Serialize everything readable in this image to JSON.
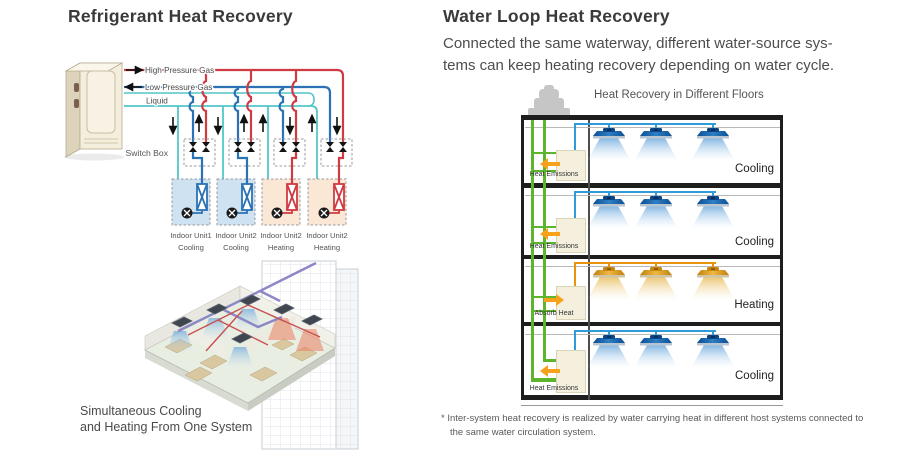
{
  "left_panel": {
    "title": "Refrigerant Heat Recovery",
    "pipes": {
      "high_pressure": "High Pressure Gas",
      "low_pressure": "Low Pressure Gas",
      "liquid": "Liquid"
    },
    "switch_box_label": "Switch Box",
    "indoor_units": [
      {
        "name": "Indoor Unit1",
        "mode": "Cooling"
      },
      {
        "name": "Indoor Unit2",
        "mode": "Cooling"
      },
      {
        "name": "Indoor Unit2",
        "mode": "Heating"
      },
      {
        "name": "Indoor Unit2",
        "mode": "Heating"
      }
    ],
    "caption": {
      "line1": "Simultaneous Cooling",
      "line2": "and Heating From One System"
    }
  },
  "right_panel": {
    "title": "Water Loop Heat Recovery",
    "description": {
      "line1": "Connected the same waterway, different water-source sys-",
      "line2": "tems can keep heating recovery depending on water cycle."
    },
    "diagram": {
      "title": "Heat Recovery in Different Floors",
      "floors": [
        {
          "unit_label": "Heat Emissions",
          "room_label": "Cooling",
          "heat_flow": "left"
        },
        {
          "unit_label": "Heat Emissions",
          "room_label": "Cooling",
          "heat_flow": "left"
        },
        {
          "unit_label": "Absorb Heat",
          "room_label": "Heating",
          "heat_flow": "right"
        },
        {
          "unit_label": "Heat Emissions",
          "room_label": "Cooling",
          "heat_flow": "left"
        }
      ]
    },
    "footnote": {
      "line1": "* Inter-system heat recovery is realized by water carrying heat in different host systems connected to",
      "line2": "the same water circulation system."
    }
  },
  "colors": {
    "high_pressure_gas": "#d03a42",
    "low_pressure_gas": "#2b72b5",
    "liquid": "#52c6c9",
    "water_loop_green": "#5cb52c",
    "heat_arrow_orange": "#f6a21d",
    "cooling_pipe_blue": "#2f9bd8",
    "heating_pipe_orange": "#e8930c",
    "cooling_unit_fill": "#cfe2f1",
    "heating_unit_fill": "#fbe7d5"
  }
}
